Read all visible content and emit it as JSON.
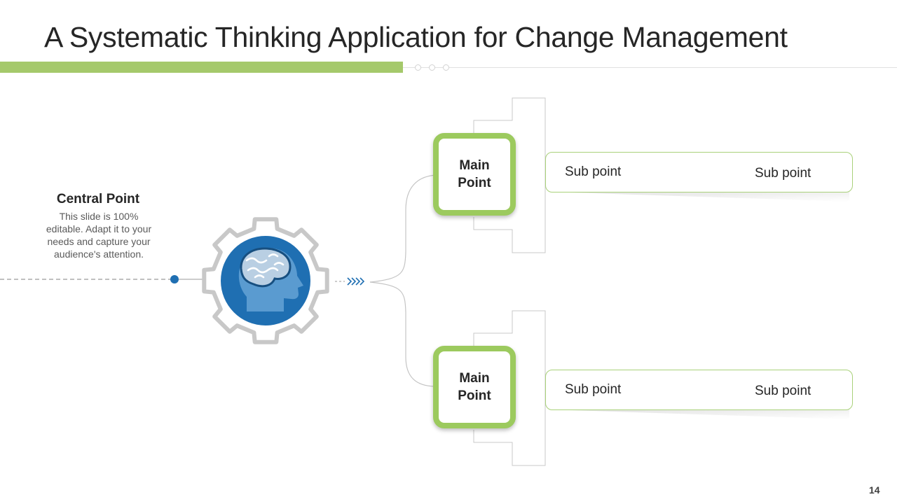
{
  "slide": {
    "title": "A Systematic Thinking Application for Change Management",
    "page_number": "14"
  },
  "central": {
    "title": "Central Point",
    "description": "This slide is 100% editable. Adapt it to your needs and capture your audience's attention.",
    "icon": "gear-brain-icon"
  },
  "branches": [
    {
      "main_label": "Main Point",
      "sub_points": [
        "Sub point",
        "Sub point"
      ]
    },
    {
      "main_label": "Main Point",
      "sub_points": [
        "Sub point",
        "Sub point"
      ]
    }
  ],
  "colors": {
    "accent_green": "#9cca5e",
    "circle_blue": "#1f6fb2",
    "gear_gray": "#c8c8c8",
    "text_dark": "#262626"
  }
}
